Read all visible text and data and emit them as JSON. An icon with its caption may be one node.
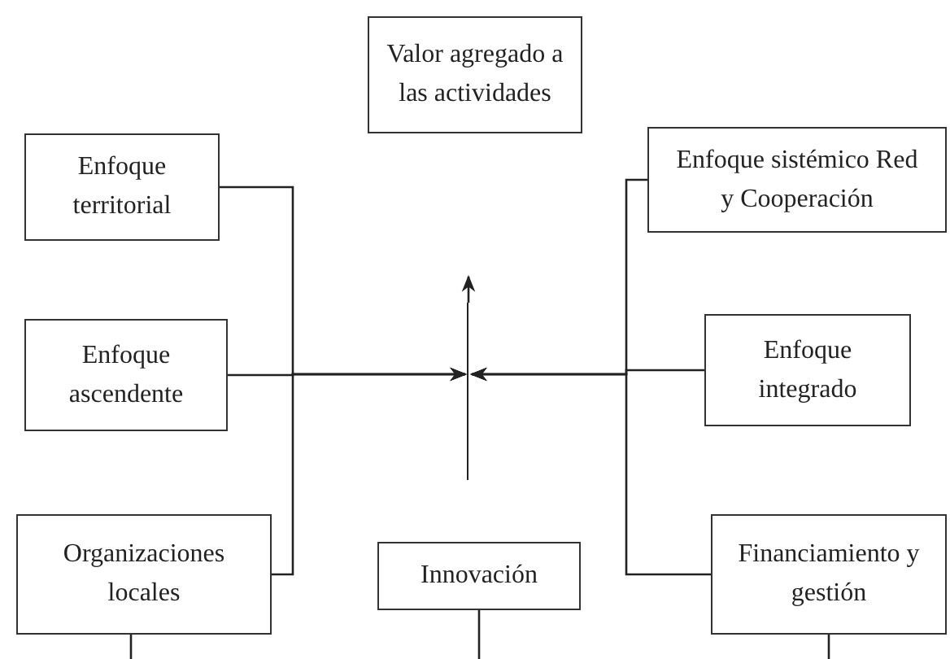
{
  "diagram": {
    "nodes": [
      {
        "text": [
          "Valor agregado a las actividades"
        ]
      },
      {
        "text": [
          "Enfoque territorial"
        ]
      },
      {
        "text": [
          "Enfoque ascendente"
        ]
      },
      {
        "text": [
          "Organizaciones locales"
        ]
      },
      {
        "text": [
          "Innovación"
        ]
      },
      {
        "text": [
          "Enfoque sistémico Red y Cooperación"
        ]
      },
      {
        "text": [
          "Enfoque integrado"
        ]
      },
      {
        "text": [
          "Financiamiento y gestión"
        ]
      },
      {
        "text": [],
        "shape": "bar"
      }
    ],
    "edges": [
      {
        "from": 1,
        "to": 8,
        "arrow": "to"
      },
      {
        "from": 2,
        "to": 8,
        "arrow": "to"
      },
      {
        "from": 3,
        "to": 8,
        "arrow": "to"
      },
      {
        "from": 5,
        "to": 8,
        "arrow": "to"
      },
      {
        "from": 6,
        "to": 8,
        "arrow": "to"
      },
      {
        "from": 7,
        "to": 8,
        "arrow": "to"
      },
      {
        "from": 8,
        "to": null,
        "arrow": "to"
      },
      {
        "from": 3,
        "to": null,
        "arrow": "none"
      },
      {
        "from": 4,
        "to": null,
        "arrow": "none"
      },
      {
        "from": 7,
        "to": null,
        "arrow": "none"
      }
    ]
  }
}
